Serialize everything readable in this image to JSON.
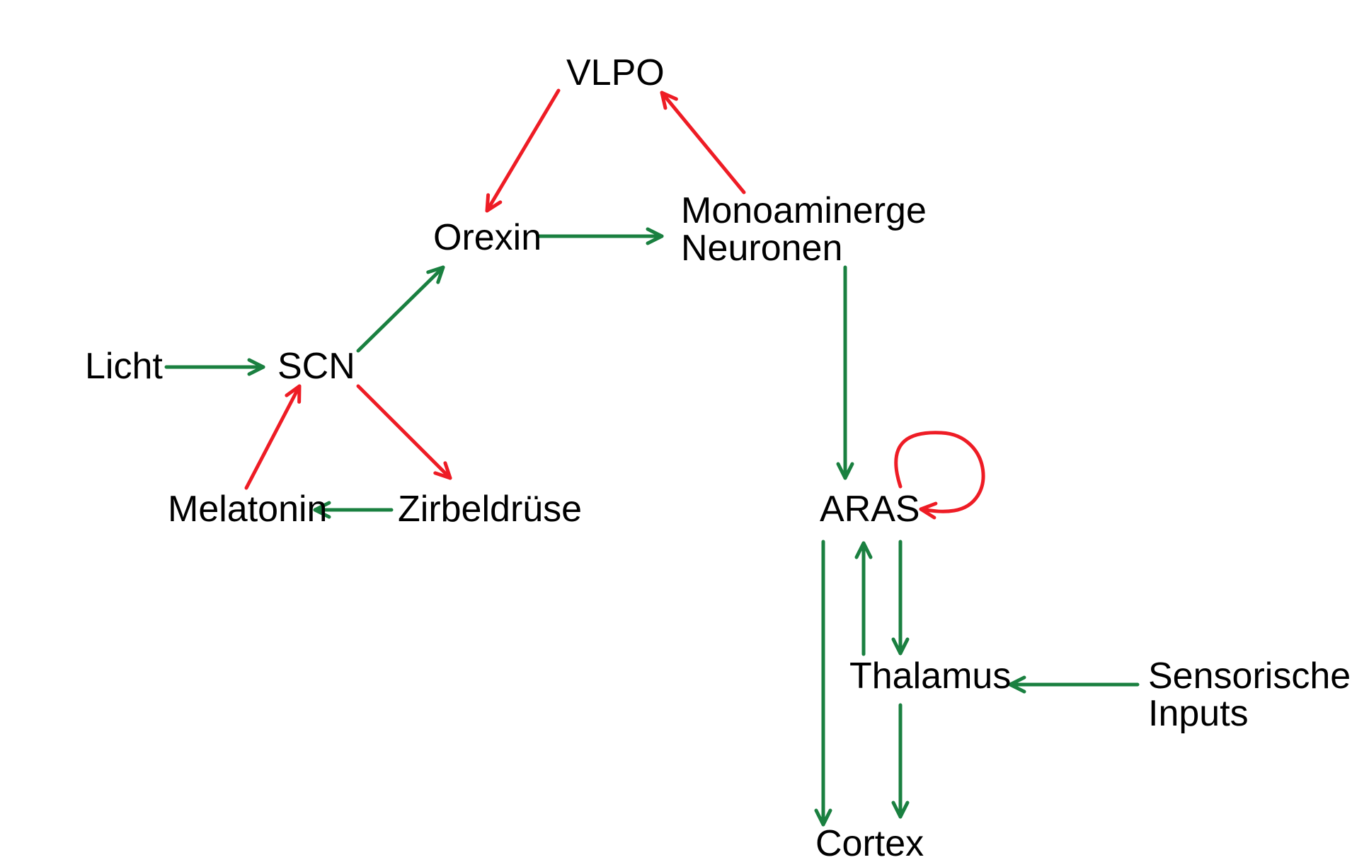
{
  "colors": {
    "excitatory": "#1a8040",
    "inhibitory": "#ee1c25",
    "text": "#000000",
    "background": "#ffffff"
  },
  "nodes": {
    "vlpo": {
      "lines": [
        "VLPO"
      ]
    },
    "orexin": {
      "lines": [
        "Orexin"
      ]
    },
    "monoaminerge": {
      "lines": [
        "Monoaminerge",
        "Neuronen"
      ]
    },
    "licht": {
      "lines": [
        "Licht"
      ]
    },
    "scn": {
      "lines": [
        "SCN"
      ]
    },
    "melatonin": {
      "lines": [
        "Melatonin"
      ]
    },
    "zirbeldruese": {
      "lines": [
        "Zirbeldrüse"
      ]
    },
    "aras": {
      "lines": [
        "ARAS"
      ]
    },
    "thalamus": {
      "lines": [
        "Thalamus"
      ]
    },
    "sensorische": {
      "lines": [
        "Sensorische",
        "Inputs"
      ]
    },
    "cortex": {
      "lines": [
        "Cortex"
      ]
    }
  },
  "edges": [
    {
      "from": "vlpo",
      "to": "orexin",
      "type": "inhibitory"
    },
    {
      "from": "monoaminerge",
      "to": "vlpo",
      "type": "inhibitory"
    },
    {
      "from": "orexin",
      "to": "monoaminerge",
      "type": "excitatory"
    },
    {
      "from": "scn",
      "to": "orexin",
      "type": "excitatory"
    },
    {
      "from": "licht",
      "to": "scn",
      "type": "excitatory"
    },
    {
      "from": "scn",
      "to": "zirbeldruese",
      "type": "inhibitory"
    },
    {
      "from": "melatonin",
      "to": "scn",
      "type": "inhibitory"
    },
    {
      "from": "zirbeldruese",
      "to": "melatonin",
      "type": "excitatory"
    },
    {
      "from": "monoaminerge",
      "to": "aras",
      "type": "excitatory"
    },
    {
      "from": "aras",
      "to": "aras",
      "type": "inhibitory"
    },
    {
      "from": "aras",
      "to": "cortex",
      "type": "excitatory"
    },
    {
      "from": "thalamus",
      "to": "aras",
      "type": "excitatory"
    },
    {
      "from": "aras",
      "to": "thalamus",
      "type": "excitatory"
    },
    {
      "from": "thalamus",
      "to": "cortex",
      "type": "excitatory"
    },
    {
      "from": "sensorische",
      "to": "thalamus",
      "type": "excitatory"
    }
  ]
}
